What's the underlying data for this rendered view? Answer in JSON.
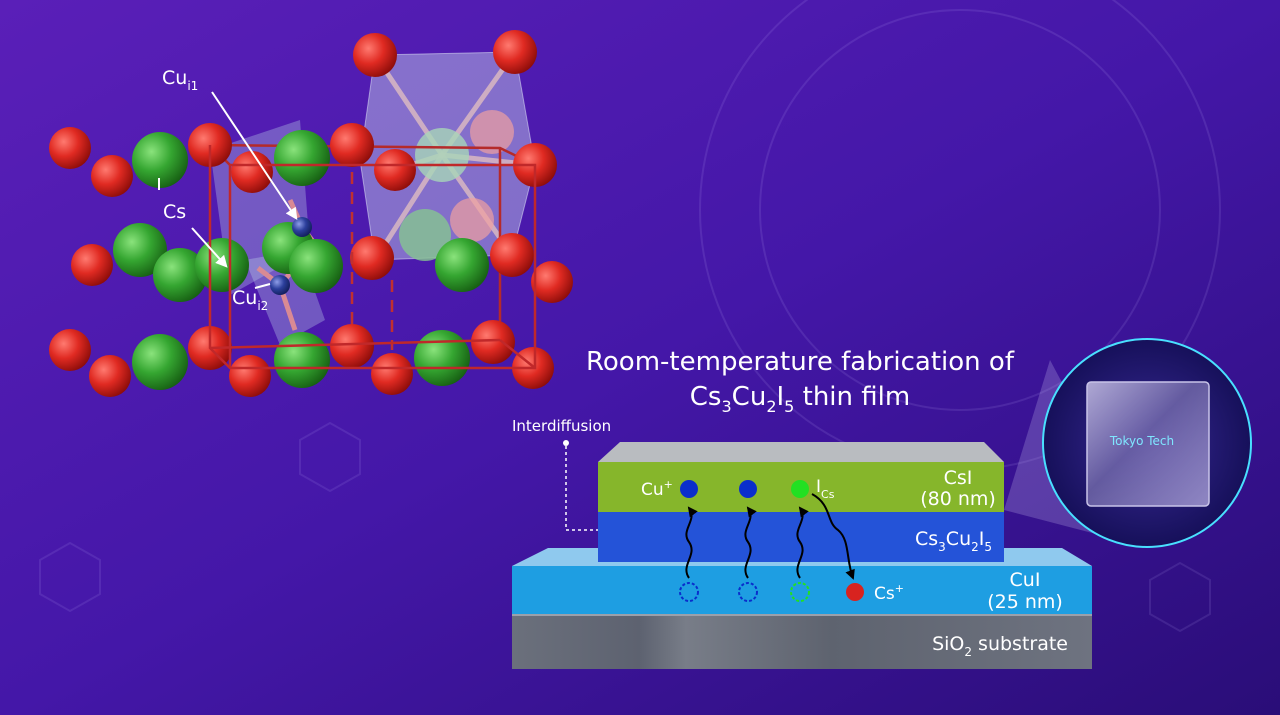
{
  "crystal": {
    "labels": {
      "cu_i1_main": "Cu",
      "cu_i1_sub": "i1",
      "cu_i2_main": "Cu",
      "cu_i2_sub": "i2",
      "cs": "Cs"
    }
  },
  "fabrication": {
    "title_line1": "Room-temperature fabrication of",
    "title_l2": {
      "a": "Cs",
      "a_sub": "3",
      "b": "Cu",
      "b_sub": "2",
      "c": "I",
      "c_sub": "5",
      "d": " thin film"
    },
    "interdiffusion": "Interdiffusion",
    "layers": {
      "csi": {
        "name": "CsI",
        "thickness": "(80 nm)"
      },
      "cs3cu2i5": {
        "a": "Cs",
        "a_sub": "3",
        "b": "Cu",
        "b_sub": "2",
        "c": "I",
        "c_sub": "5"
      },
      "cui": {
        "name": "CuI",
        "thickness": "(25 nm)"
      },
      "substrate": {
        "a": "SiO",
        "a_sub": "2",
        "b": " substrate"
      }
    },
    "species": {
      "cu_plus": "Cu",
      "cu_plus_sup": "+",
      "i_cs": "I",
      "i_cs_sub": "Cs",
      "cs_plus": "Cs",
      "cs_plus_sup": "+"
    },
    "film_photo_text": "Tokyo Tech"
  },
  "colors": {
    "iodine_atom": "#d8231f",
    "cesium_atom": "#35a631",
    "copper_atom": "#2c3f9c",
    "csi_layer": "#86b62b",
    "cs3cu2i5_layer": "#2453d8",
    "cui_layer": "#1e9ee2",
    "substrate_layer": "#6b707c"
  }
}
